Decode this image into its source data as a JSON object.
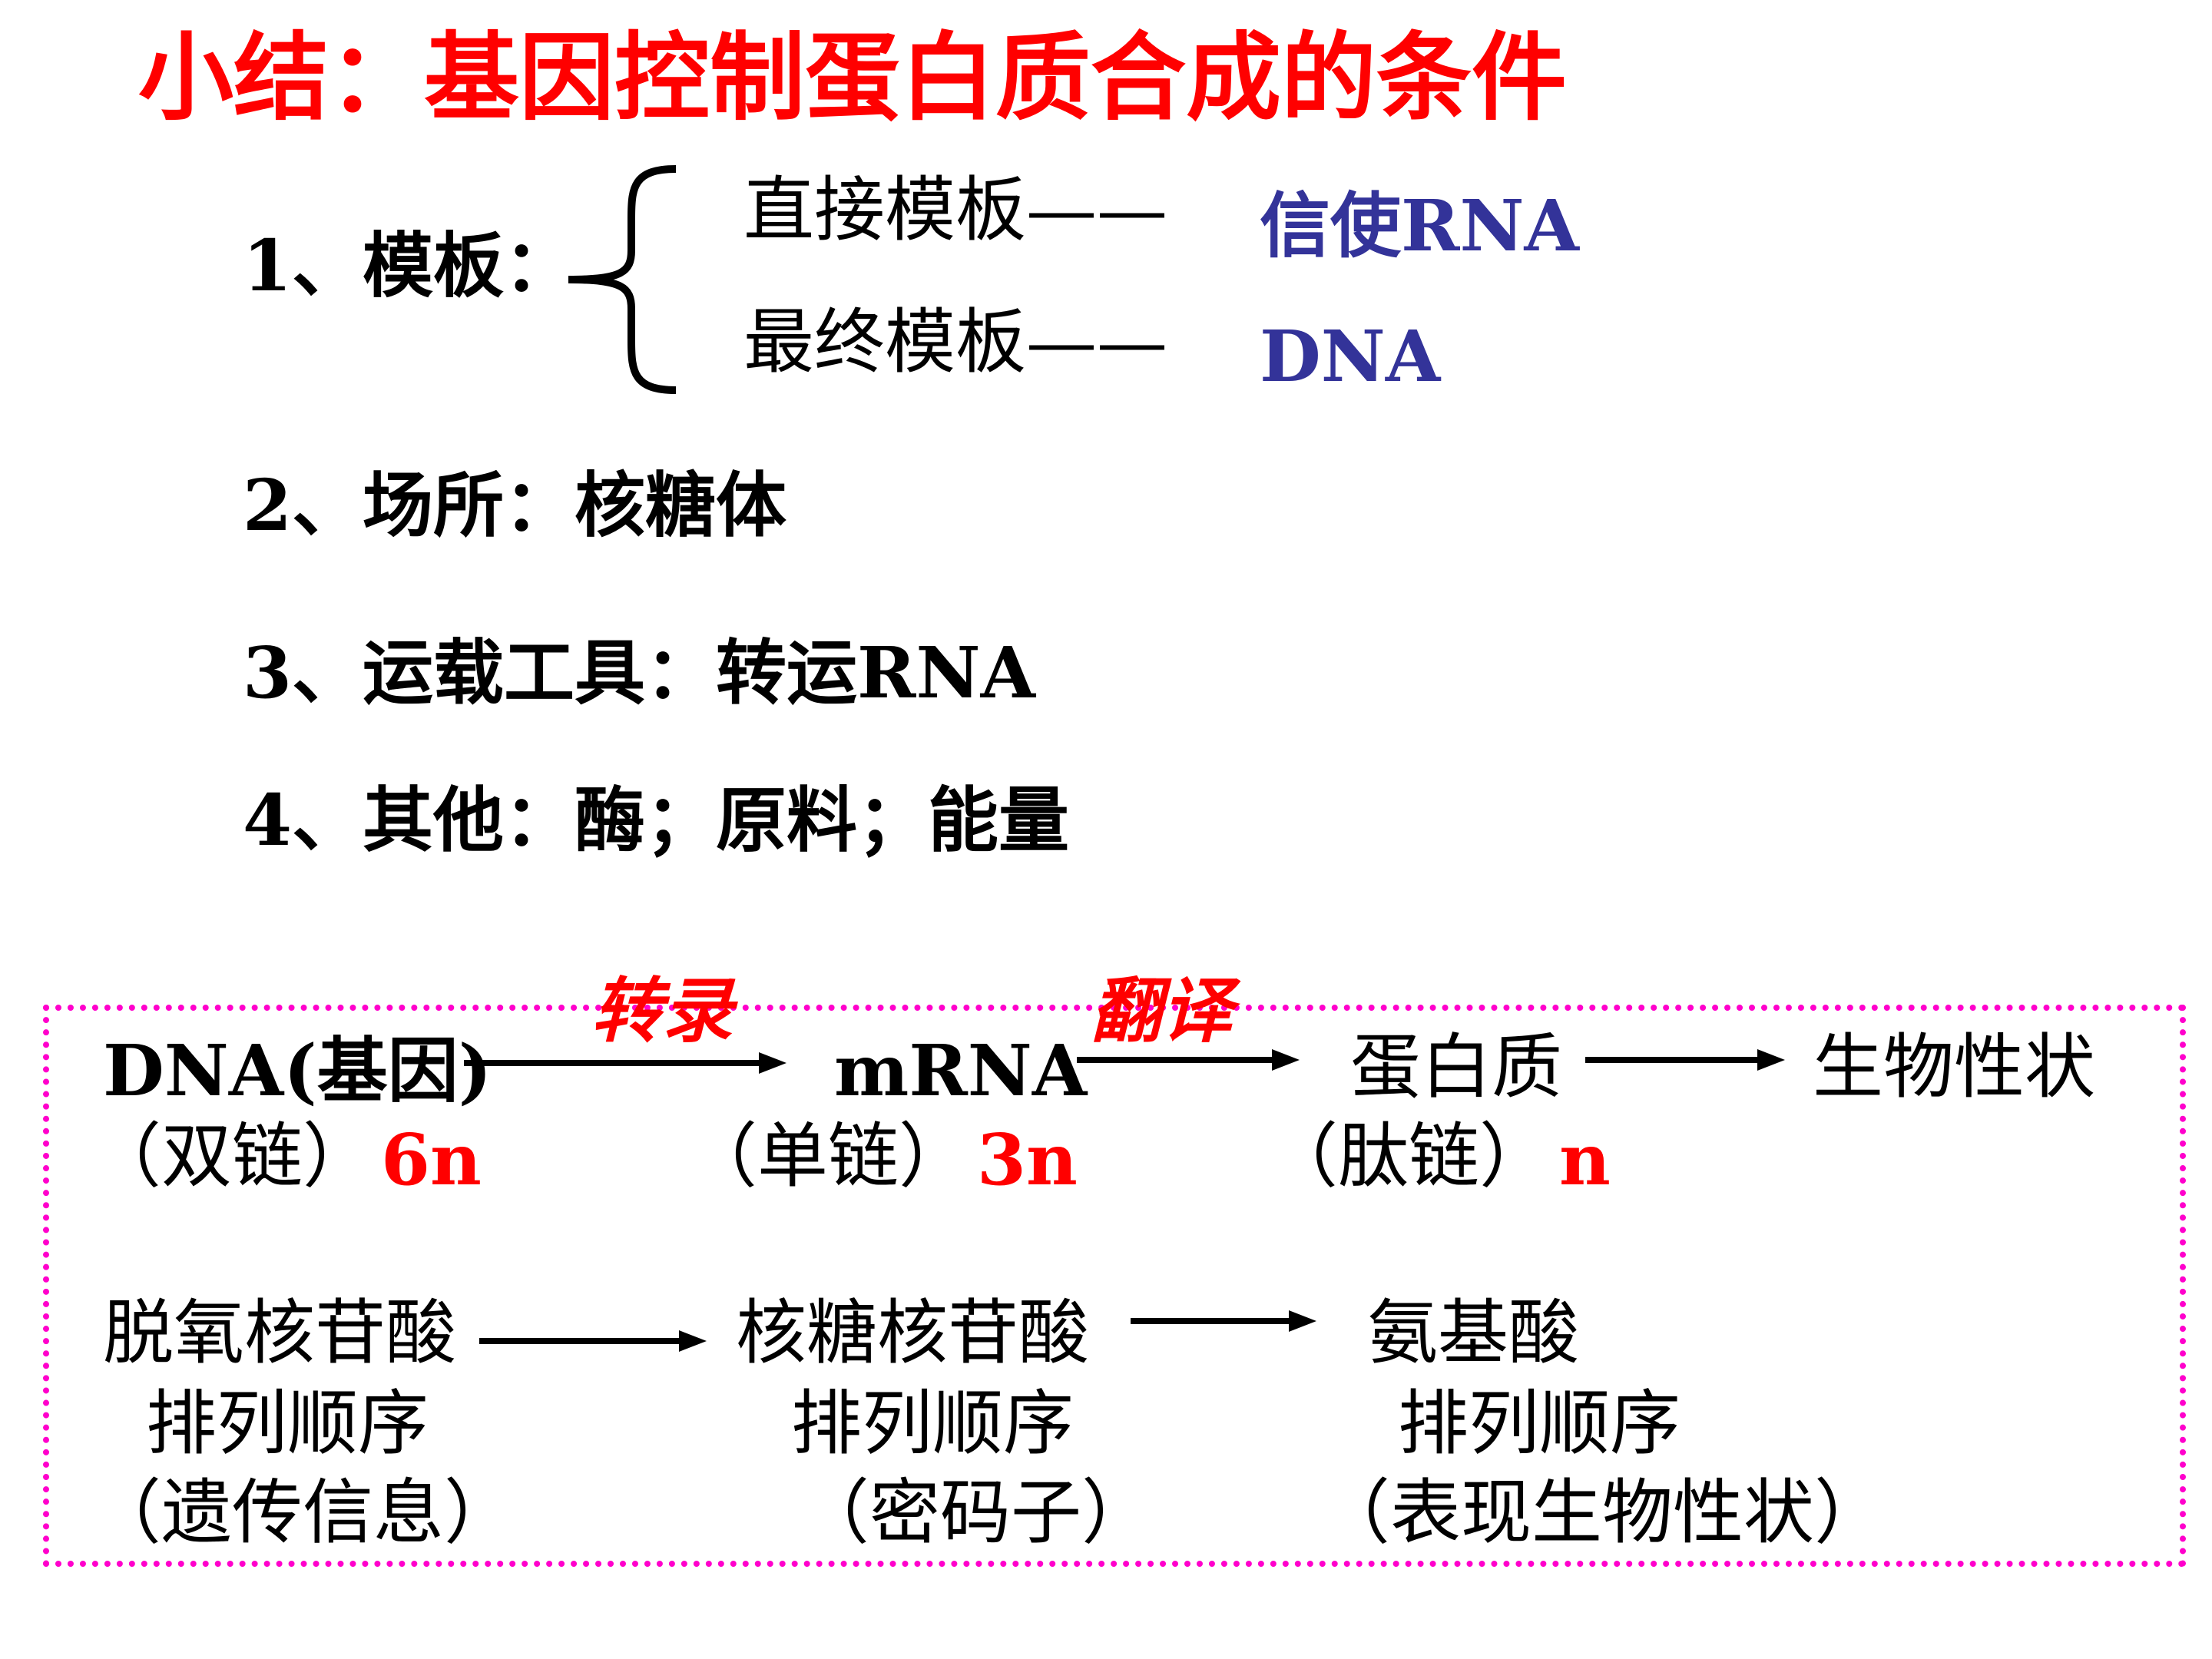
{
  "title": "小结：基因控制蛋白质合成的条件",
  "items": {
    "template_label": "1、模板：",
    "direct_template": "直接模板——",
    "direct_value": "信使RNA",
    "final_template": "最终模板——",
    "final_value": "DNA",
    "site": "2、场所：核糖体",
    "carrier": "3、运载工具：转运RNA",
    "other": "4、其他：酶；原料；能量"
  },
  "flow": {
    "transcription": "转录",
    "translation": "翻译",
    "dna_gene": "DNA(基因)",
    "mrna": "mRNA",
    "protein": "蛋白质",
    "trait": "生物性状",
    "double_strand": "（双链）",
    "dna_count": "6n",
    "single_strand": "（单链）",
    "mrna_count": "3n",
    "peptide_chain": "（肽链）",
    "peptide_count": "n",
    "deoxy": "脱氧核苷酸",
    "deoxy_order": "排列顺序",
    "genetic_info": "（遗传信息）",
    "ribo": "核糖核苷酸",
    "ribo_order": "排列顺序",
    "codon": "（密码子）",
    "amino": "氨基酸",
    "amino_order": "排列顺序",
    "expression": "（表现生物性状）"
  },
  "colors": {
    "title": "#ff0000",
    "answer": "#333399",
    "highlight": "#ff0000",
    "border": "#ff00cc"
  }
}
